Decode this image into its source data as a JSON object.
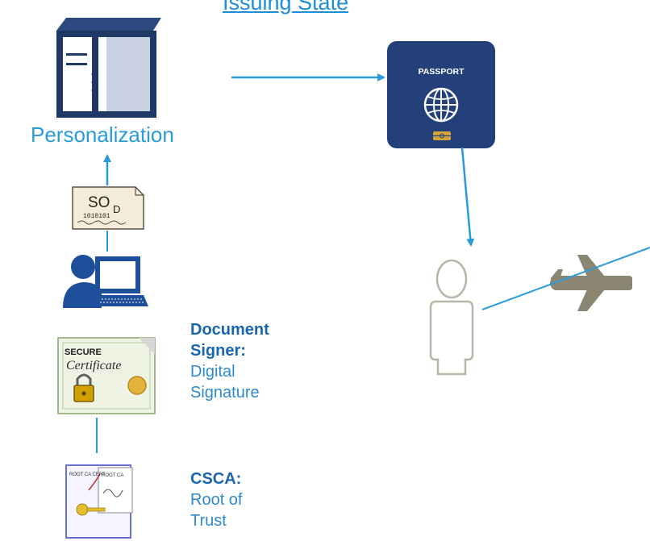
{
  "title": "Issuing State",
  "personalization": {
    "label": "Personalization"
  },
  "passport": {
    "label": "PASSPORT"
  },
  "sod": {
    "label": "SO",
    "subscript": "D",
    "bits": "1010101"
  },
  "document_signer": {
    "title_line1": "Document",
    "title_line2": "Signer:",
    "desc_line1": "Digital",
    "desc_line2": "Signature"
  },
  "certificate": {
    "secure": "SECURE",
    "script": "Certificate"
  },
  "csca": {
    "title": "CSCA:",
    "desc_line1": "Root of",
    "desc_line2": "Trust",
    "cert_left": "ROOT CA CERT",
    "cert_right": "ROOT CA"
  },
  "colors": {
    "arrow": "#2a9bd8",
    "passport": "#24407a",
    "server_dark": "#1f3866",
    "person": "#b8b4a6",
    "plane": "#8a8672"
  }
}
